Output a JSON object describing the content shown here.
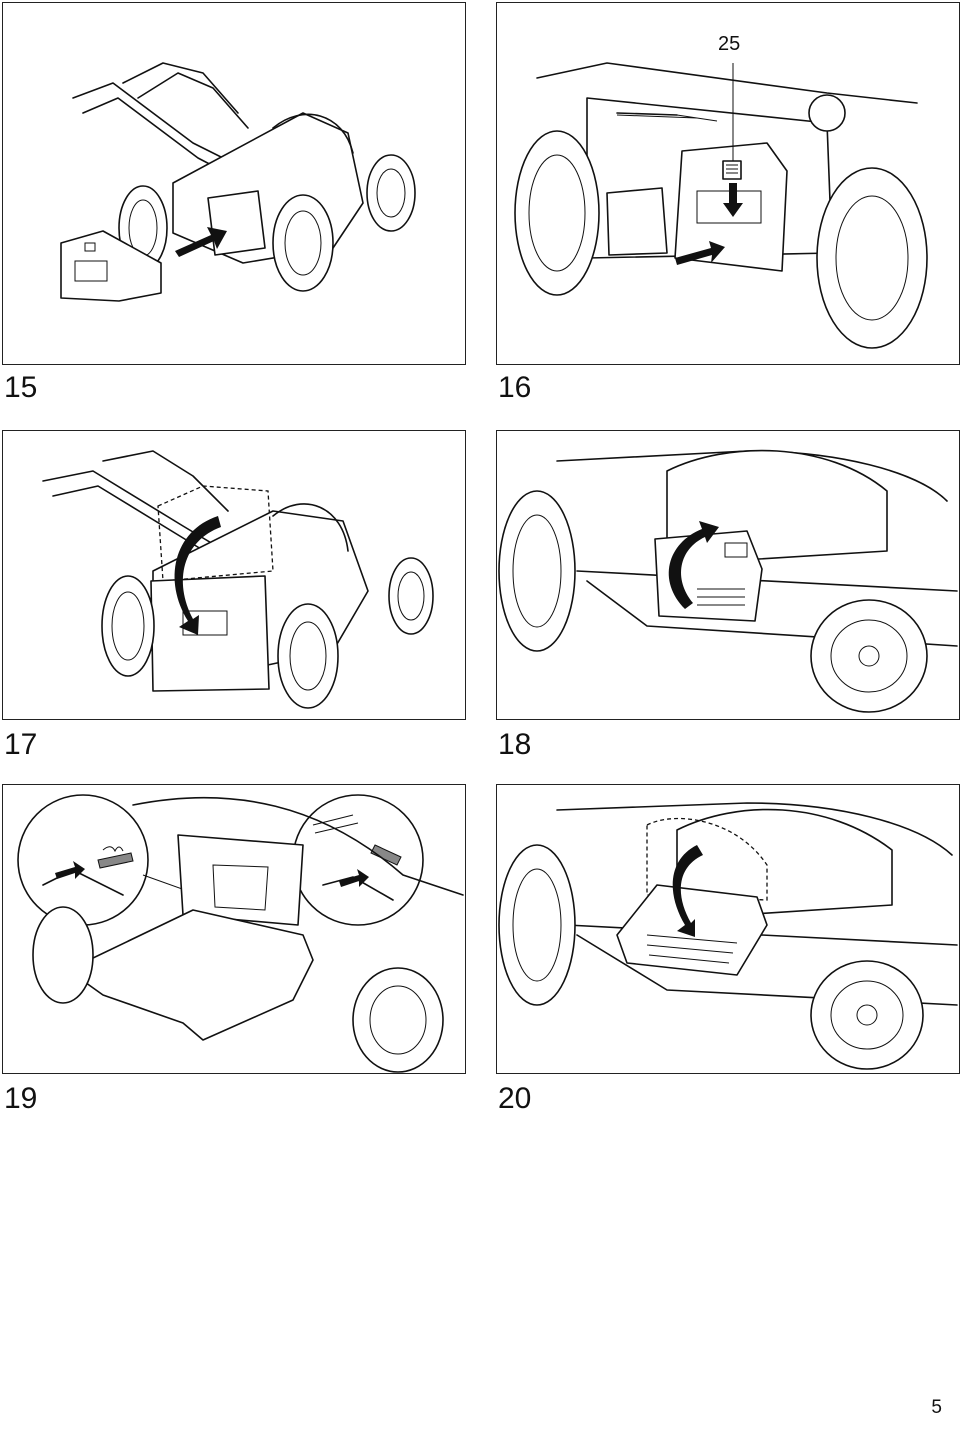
{
  "figures": [
    {
      "number": "15"
    },
    {
      "number": "16",
      "callout": "25"
    },
    {
      "number": "17"
    },
    {
      "number": "18"
    },
    {
      "number": "19"
    },
    {
      "number": "20"
    }
  ],
  "page_number": "5"
}
